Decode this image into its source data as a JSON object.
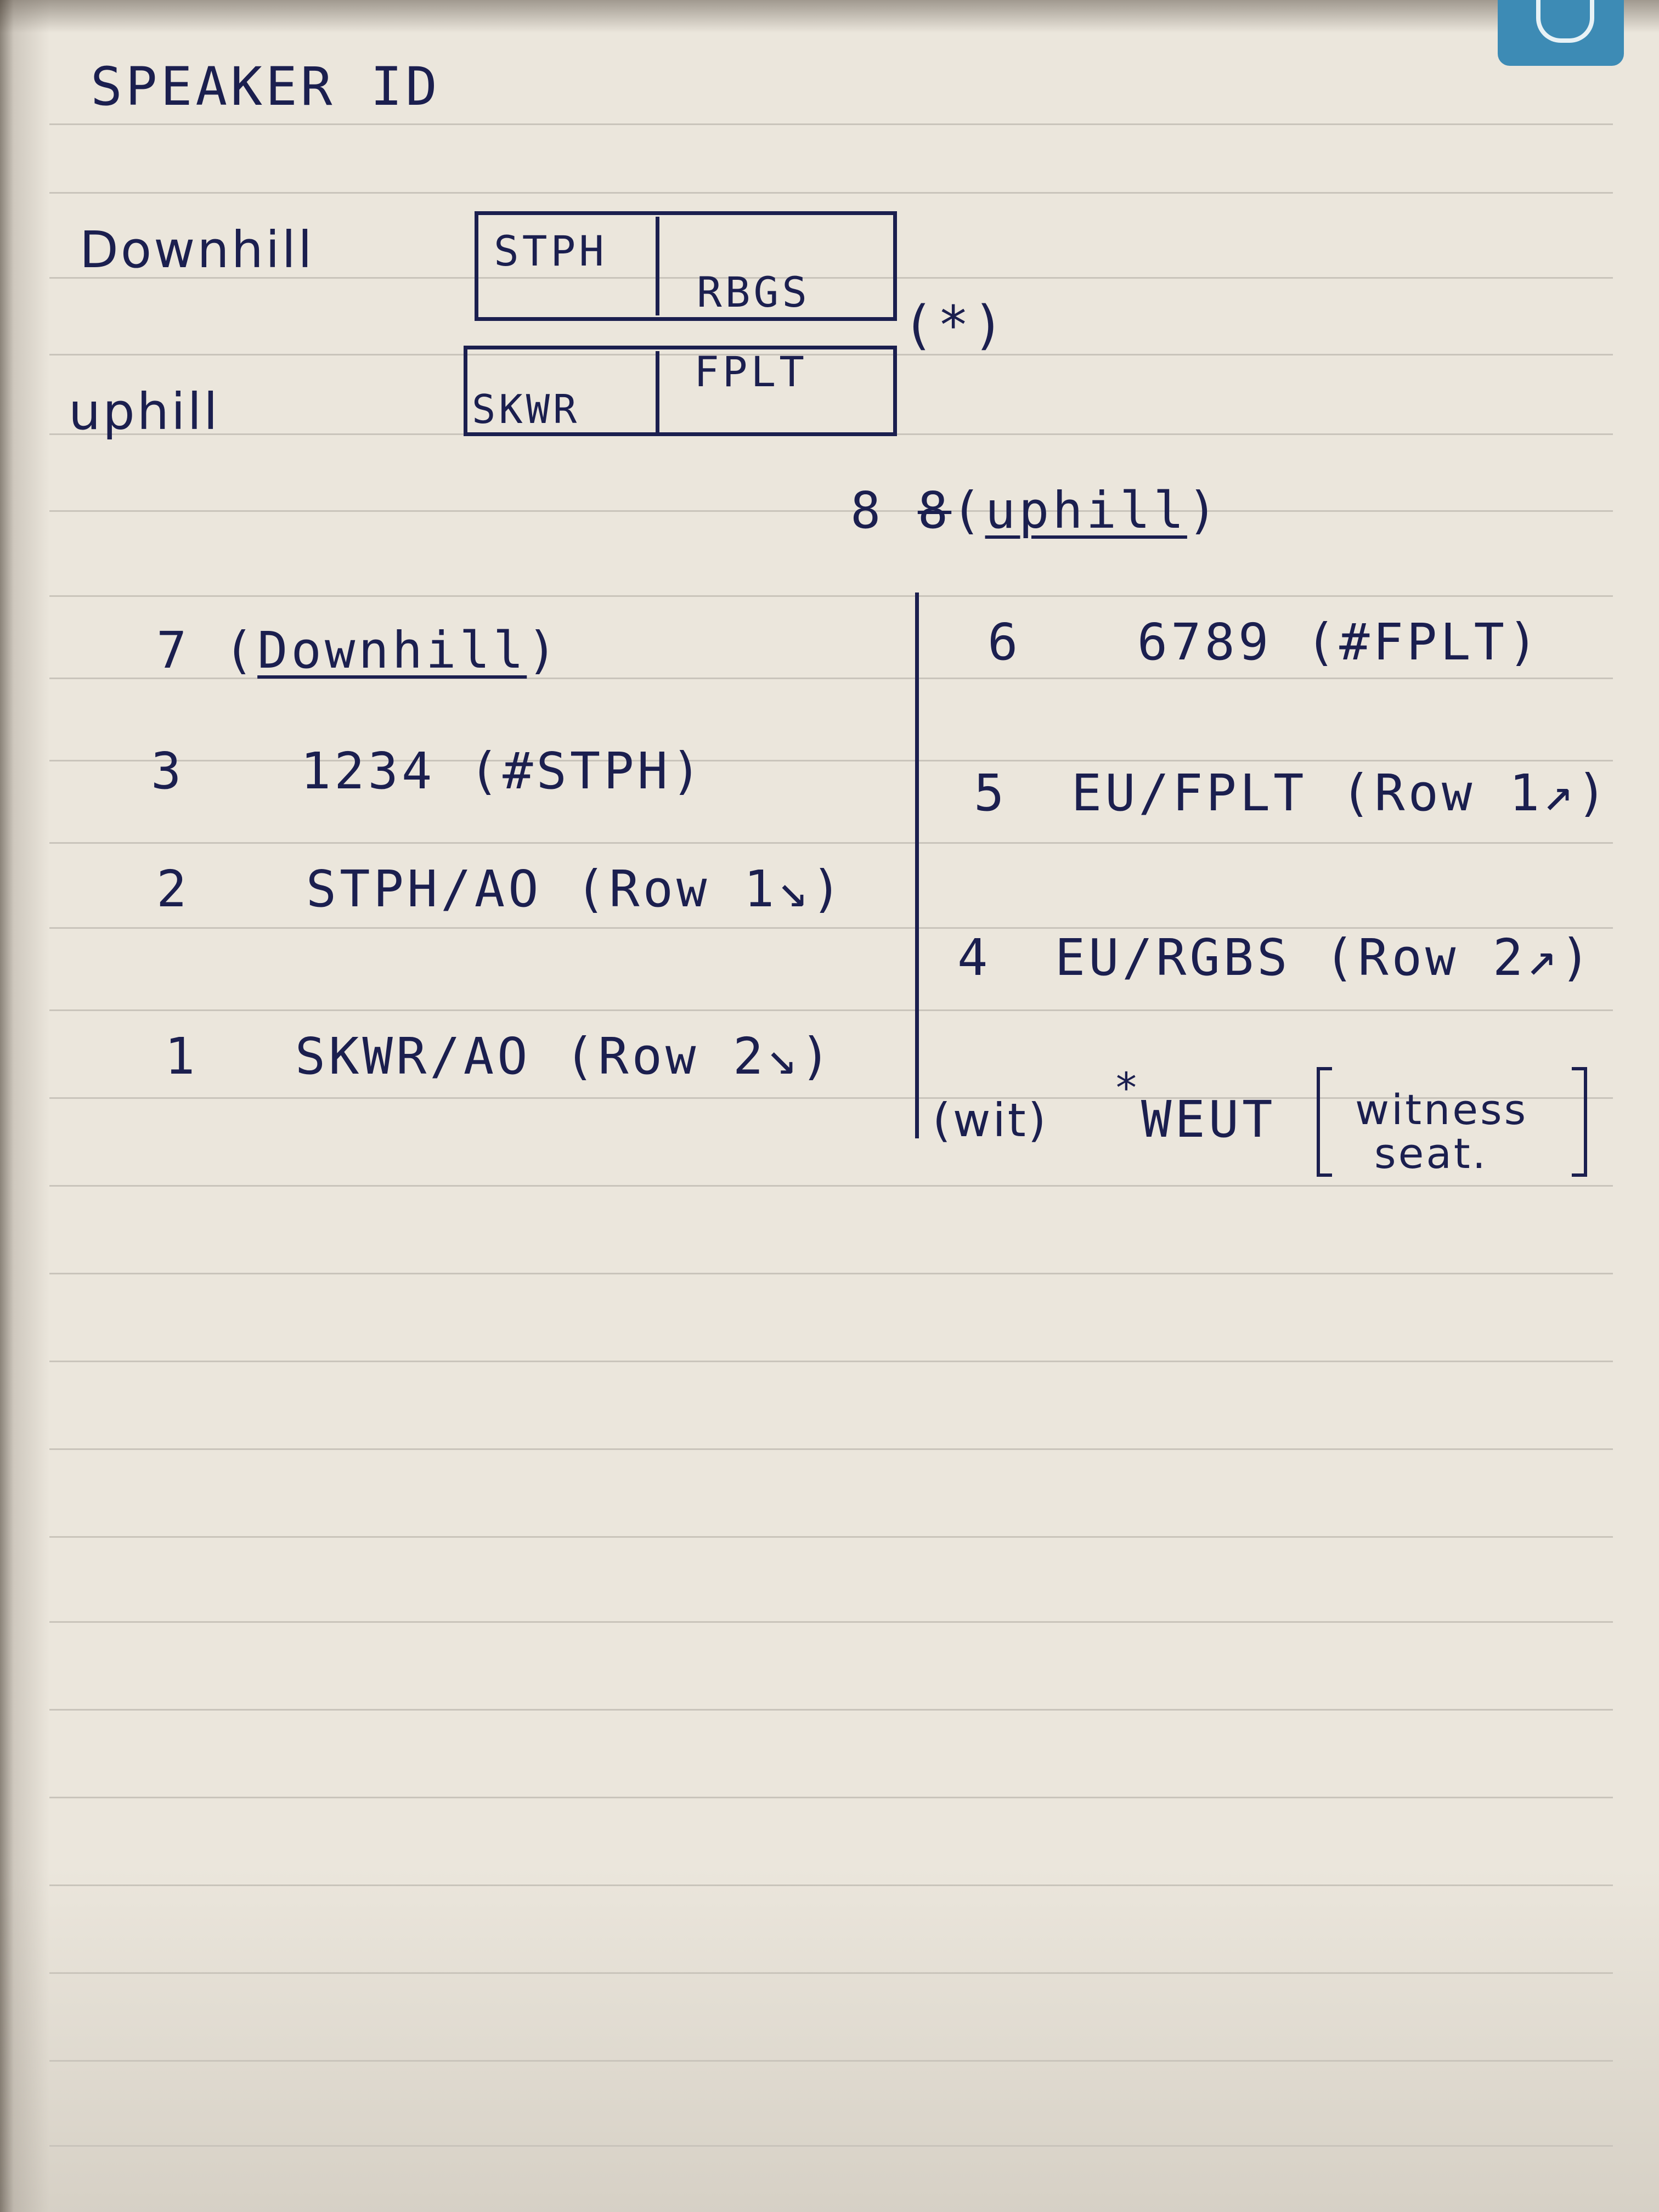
{
  "title": "SPEAKER ID",
  "diagram": {
    "downhill_label": "Downhill",
    "uphill_label": "uphill",
    "downhill_row": [
      "STPH",
      "RBGS"
    ],
    "uphill_row": [
      "SKWR",
      "FPLT"
    ],
    "asterisk_note": "(*)"
  },
  "uphill_header": {
    "count": "8",
    "struck": "8",
    "open_paren": "(",
    "label": "uphill",
    "close_paren": ")"
  },
  "downhill_list": {
    "count": "7",
    "open_paren": "(",
    "label": "Downhill",
    "close_paren": ")",
    "items": [
      {
        "num": "3",
        "text": "1234 (#STPH)"
      },
      {
        "num": "2",
        "text": "STPH/AO (Row 1↘)"
      },
      {
        "num": "1",
        "text": "SKWR/AO (Row 2↘)"
      }
    ]
  },
  "uphill_list": {
    "items": [
      {
        "num": "6",
        "text": "6789 (#FPLT)"
      },
      {
        "num": "5",
        "text": "EU/FPLT (Row 1↗)"
      },
      {
        "num": "4",
        "text": "EU/RGBS (Row 2↗)"
      }
    ],
    "witness": {
      "tag": "(wit)",
      "asterisk": "*",
      "code": "WEUT",
      "note_line1": "witness",
      "note_line2": "seat."
    }
  }
}
